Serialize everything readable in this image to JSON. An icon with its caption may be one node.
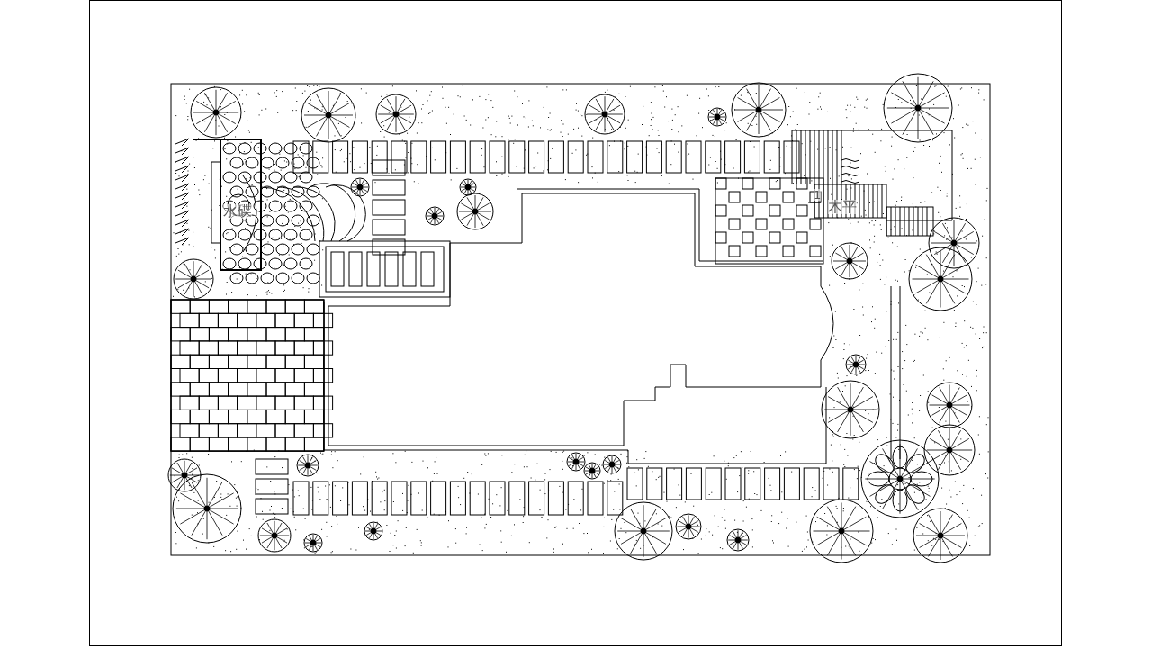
{
  "diagram": {
    "labels": [
      "水碟",
      "1",
      "木平"
    ]
  }
}
